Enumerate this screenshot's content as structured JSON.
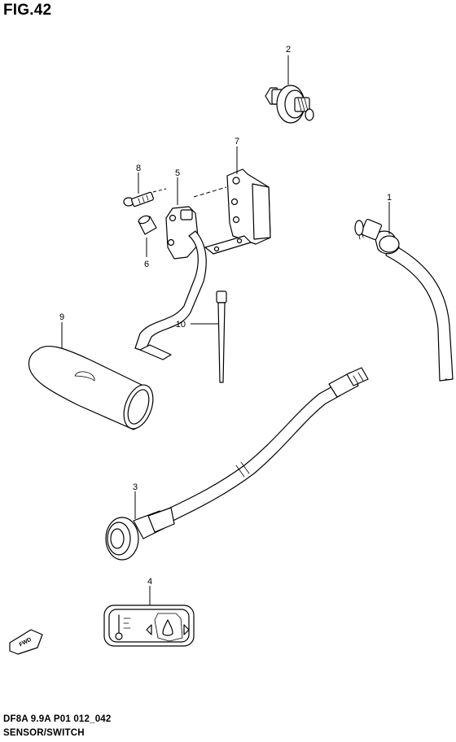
{
  "header": {
    "figure_label": "FIG.42"
  },
  "footer": {
    "model_code": "DF8A 9.9A P01 012_042",
    "section_name": "SENSOR/SWITCH"
  },
  "callouts": [
    "1",
    "2",
    "3",
    "4",
    "5",
    "6",
    "7",
    "8",
    "9",
    "10"
  ],
  "direction_badge": {
    "text": "FWD"
  },
  "parts": [
    {
      "number": "1",
      "icon": "temperature-sensor-with-lead"
    },
    {
      "number": "2",
      "icon": "oil-pressure-switch"
    },
    {
      "number": "3",
      "icon": "indicator-lamp-harness"
    },
    {
      "number": "4",
      "icon": "indicator-panel-temp-oil-symbols"
    },
    {
      "number": "5",
      "icon": "switch-with-lead"
    },
    {
      "number": "6",
      "icon": "collar"
    },
    {
      "number": "7",
      "icon": "bracket"
    },
    {
      "number": "8",
      "icon": "bolt"
    },
    {
      "number": "9",
      "icon": "protector-tube"
    },
    {
      "number": "10",
      "icon": "cable-tie"
    }
  ]
}
